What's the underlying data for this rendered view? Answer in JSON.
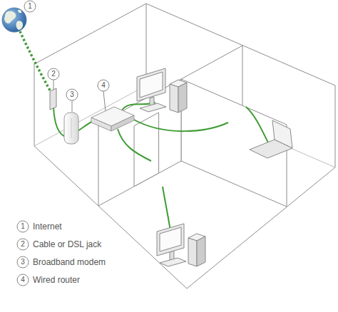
{
  "diagram": {
    "labels": [
      "1",
      "2",
      "3",
      "4",
      "1",
      "2",
      "3",
      "4"
    ],
    "legend": [
      {
        "text": "Internet"
      },
      {
        "text": "Cable or DSL jack"
      },
      {
        "text": "Broadband modem"
      },
      {
        "text": "Wired router"
      }
    ]
  }
}
